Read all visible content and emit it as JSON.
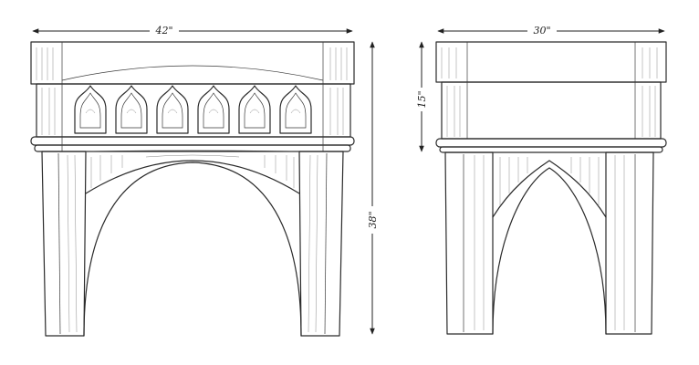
{
  "front_view": {
    "width_label": "42\"",
    "height_label": "38\""
  },
  "side_view": {
    "depth_label": "30\"",
    "hood_height_label": "15\""
  }
}
